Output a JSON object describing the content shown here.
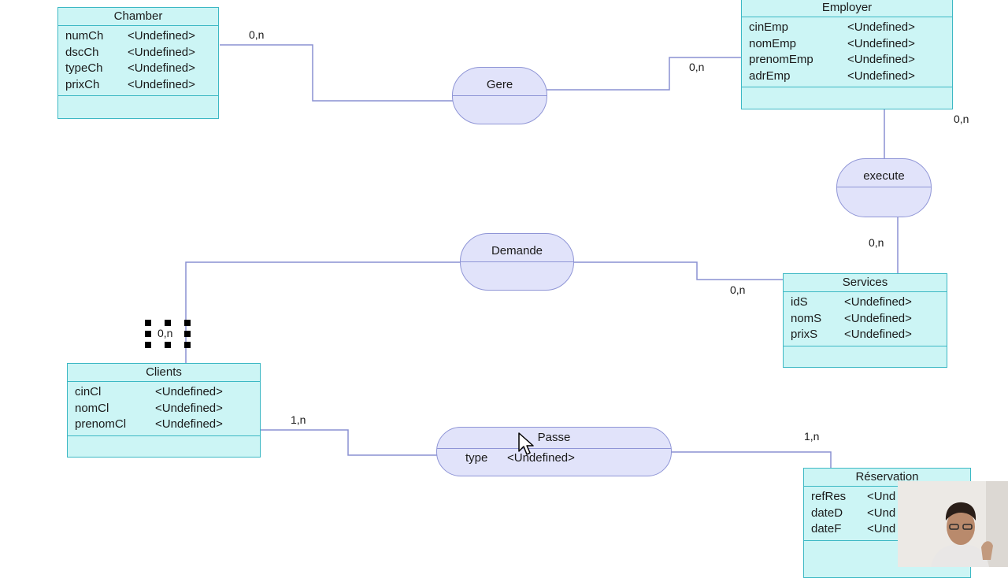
{
  "entities": {
    "chamber": {
      "name": "Chamber",
      "attributes": [
        {
          "name": "numCh",
          "type": "<Undefined>"
        },
        {
          "name": "dscCh",
          "type": "<Undefined>"
        },
        {
          "name": "typeCh",
          "type": "<Undefined>"
        },
        {
          "name": "prixCh",
          "type": "<Undefined>"
        }
      ]
    },
    "employer": {
      "name": "Employer",
      "attributes": [
        {
          "name": "cinEmp",
          "type": "<Undefined>"
        },
        {
          "name": "nomEmp",
          "type": "<Undefined>"
        },
        {
          "name": "prenomEmp",
          "type": "<Undefined>"
        },
        {
          "name": "adrEmp",
          "type": "<Undefined>"
        }
      ]
    },
    "services": {
      "name": "Services",
      "attributes": [
        {
          "name": "idS",
          "type": "<Undefined>"
        },
        {
          "name": "nomS",
          "type": "<Undefined>"
        },
        {
          "name": "prixS",
          "type": "<Undefined>"
        }
      ]
    },
    "clients": {
      "name": "Clients",
      "attributes": [
        {
          "name": "cinCl",
          "type": "<Undefined>"
        },
        {
          "name": "nomCl",
          "type": "<Undefined>"
        },
        {
          "name": "prenomCl",
          "type": "<Undefined>"
        }
      ]
    },
    "reservation": {
      "name": "Réservation",
      "attributes": [
        {
          "name": "refRes",
          "type": "<Und"
        },
        {
          "name": "dateD",
          "type": "<Und"
        },
        {
          "name": "dateF",
          "type": "<Und"
        }
      ]
    }
  },
  "associations": {
    "gere": {
      "name": "Gere"
    },
    "execute": {
      "name": "execute"
    },
    "demande": {
      "name": "Demande"
    },
    "passe": {
      "name": "Passe",
      "attribute": {
        "name": "type",
        "type": "<Undefined>"
      }
    }
  },
  "cardinalities": {
    "chamber_gere": "0,n",
    "employer_gere": "0,n",
    "employer_execute": "0,n",
    "services_execute": "0,n",
    "services_demande": "0,n",
    "clients_demande": "0,n",
    "clients_passe": "1,n",
    "reservation_passe": "1,n"
  },
  "colors": {
    "entity_fill": "#ccf5f5",
    "entity_border": "#3cb8c4",
    "association_fill": "#e1e3fa",
    "association_border": "#8f95d6",
    "link_line": "#8a90d2"
  }
}
